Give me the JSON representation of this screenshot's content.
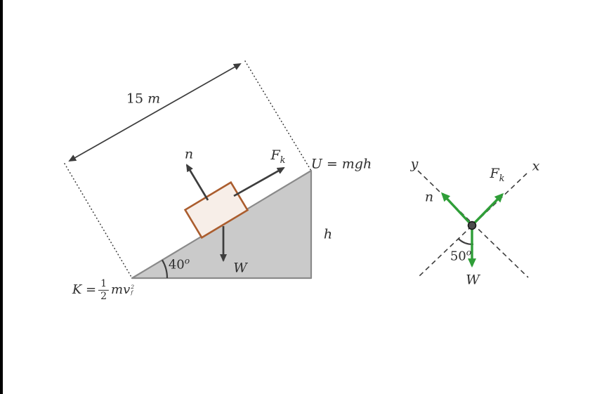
{
  "colors": {
    "vector_dark": "#3d3d3d",
    "vector_green": "#2f9e38",
    "triangle_fill": "#cacaca",
    "triangle_stroke": "#8a8a8a",
    "block_fill": "#f7eee8",
    "block_stroke": "#ab5d2e",
    "dashed_line": "#3d3d3d",
    "background": "#ffffff",
    "edge_strip": "#000000"
  },
  "scene": {
    "length_value": "15",
    "length_unit": "m",
    "angle_value": "40",
    "angle_degree": "o",
    "normal_label": "n",
    "friction_base": "F",
    "friction_sub": "k",
    "weight_label": "W",
    "potential_label": "U = mgh",
    "height_label": "h",
    "kinetic_prefix": "K =",
    "kinetic_num": "1",
    "kinetic_den": "2",
    "kinetic_body": "mv",
    "kinetic_sup": "2",
    "kinetic_sub": "f"
  },
  "fbd": {
    "axis_x": "x",
    "axis_y": "y",
    "normal_label": "n",
    "friction_base": "F",
    "friction_sub": "k",
    "weight_label": "W",
    "angle_value": "50",
    "angle_degree": "o"
  }
}
